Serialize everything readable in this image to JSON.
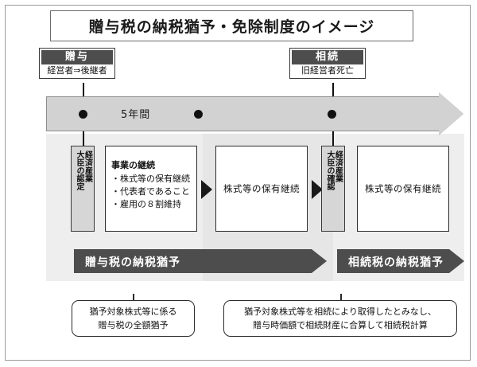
{
  "title": "贈与税の納税猶予・免除制度のイメージ",
  "events": {
    "gift": {
      "header": "贈与",
      "sub": "経営者⇒後継者"
    },
    "succession": {
      "header": "相続",
      "sub": "旧経営者死亡"
    }
  },
  "timeline": {
    "label": "5年間",
    "dots": 3
  },
  "strips": {
    "certification": {
      "col1": "経済産業",
      "col2": "大臣の認定"
    },
    "confirmation": {
      "col1": "経済産業",
      "col2": "大臣の確認"
    }
  },
  "boxes": {
    "business_continuation": {
      "heading": "事業の継続",
      "items": [
        "・株式等の保有継続",
        "・代表者であること",
        "・雇用の８割維持"
      ]
    },
    "holding_1": "株式等の保有継続",
    "holding_2": "株式等の保有継続"
  },
  "banners": {
    "gift_tax_deferral": "贈与税の納税猶予",
    "inheritance_tax_deferral": "相続税の納税猶予"
  },
  "callouts": {
    "gift": {
      "line1": "猶予対象株式等に係る",
      "line2": "贈与税の全額猶予"
    },
    "succession": {
      "line1": "猶予対象株式等を相続により取得したとみなし、",
      "line2": "贈与時価額で相続財産に合算して相続税計算"
    }
  },
  "colors": {
    "band_light": "#eeeeee",
    "band_mid": "#e6e6e6",
    "timeline_gray": "#d2d2d2",
    "banner_dark": "#4d4d4d",
    "strip_gray": "#d6d6d6"
  }
}
